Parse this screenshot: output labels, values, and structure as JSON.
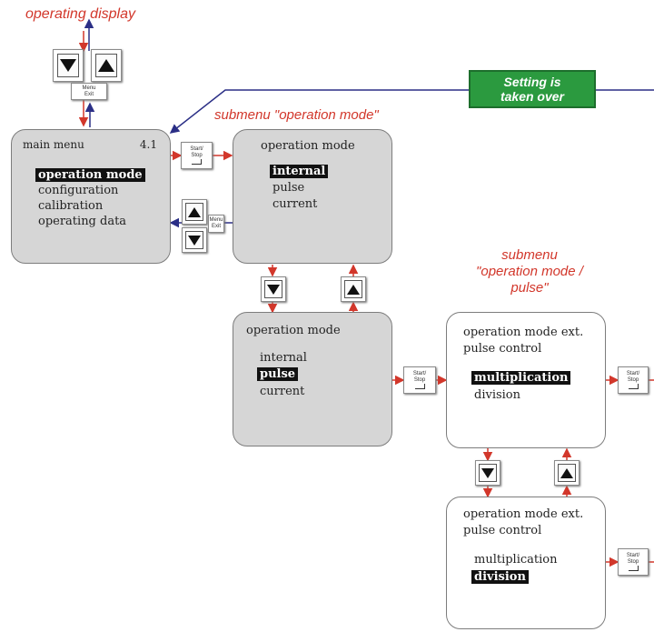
{
  "labels": {
    "operating_display": "operating display",
    "submenu_operation_mode": "submenu \"operation mode\"",
    "submenu_pulse": [
      "submenu",
      "\"operation mode /",
      "pulse\""
    ]
  },
  "banner": {
    "line1": "Setting is",
    "line2": "taken over"
  },
  "keys": {
    "menu_exit": [
      "Menu",
      "Exit"
    ],
    "start_stop": [
      "Start/",
      "Stop"
    ]
  },
  "main_menu": {
    "title": "main menu",
    "number": "4.1",
    "items": [
      "operation mode",
      "configuration",
      "calibration",
      "operating data"
    ],
    "selected_index": 0
  },
  "operation_mode_1": {
    "title": "operation mode",
    "items": [
      "internal",
      "pulse",
      "current"
    ],
    "selected_index": 0
  },
  "operation_mode_2": {
    "title": "operation mode",
    "items": [
      "internal",
      "pulse",
      "current"
    ],
    "selected_index": 1
  },
  "pulse_control_1": {
    "title": [
      "operation mode ext.",
      "pulse control"
    ],
    "items": [
      "multiplication",
      "division"
    ],
    "selected_index": 0
  },
  "pulse_control_2": {
    "title": [
      "operation mode ext.",
      "pulse control"
    ],
    "items": [
      "multiplication",
      "division"
    ],
    "selected_index": 1
  },
  "colors": {
    "arrow_red": "#d2372b",
    "arrow_blue": "#2b2f86",
    "banner_green": "#2b9a3f",
    "box_grey": "#d6d6d6"
  }
}
